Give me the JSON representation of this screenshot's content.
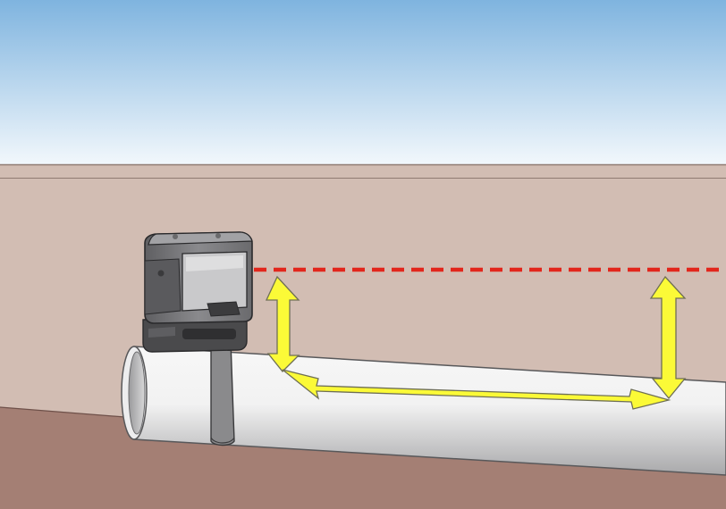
{
  "scene": {
    "subject": "laser-level-mounted-on-pipe",
    "colors": {
      "sky_top": "#7fb4df",
      "sky_bottom": "#f3f8fc",
      "wall": "#d2bdb3",
      "wall_edge": "#8f7b72",
      "ground": "#a47f74",
      "pipe_light": "#f2f2f2",
      "pipe_shadow": "#a8a8aa",
      "device_body": "#808083",
      "device_dark": "#3c3c3e",
      "device_window": "#c9c9cb",
      "strap": "#8a8a8c",
      "laser_line": "#e2261c",
      "arrow_fill": "#fbfa37",
      "arrow_outline": "#6f6f55"
    },
    "laser_line_style": "dashed",
    "arrow_icons": [
      "double-arrow-vertical-near",
      "double-arrow-along-pipe",
      "double-arrow-vertical-far"
    ]
  }
}
